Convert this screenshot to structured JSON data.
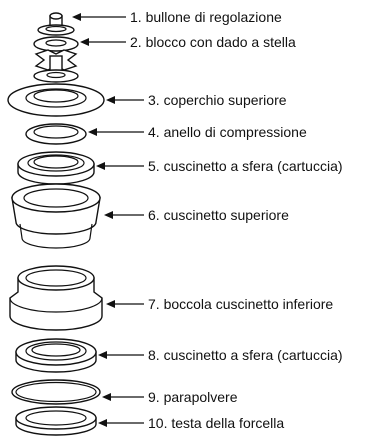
{
  "labels": [
    "1. bullone di regolazione",
    "2. blocco con dado a stella",
    "3. coperchio superiore",
    "4. anello di compressione",
    "5. cuscinetto a sfera (cartuccia)",
    "6. cuscinetto superiore",
    "7. boccola cuscinetto inferiore",
    "8. cuscinetto a sfera (cartuccia)",
    "9. parapolvere",
    "10. testa della forcella"
  ],
  "colors": {
    "line": "#111111",
    "background": "#ffffff"
  }
}
